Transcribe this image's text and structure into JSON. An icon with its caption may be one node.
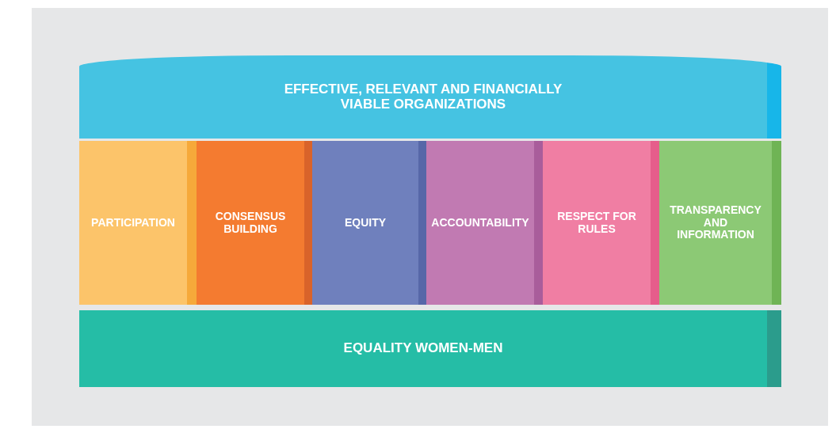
{
  "diagram": {
    "nodes": [
      {
        "text": [
          "EFFECTIVE, RELEVANT AND FINANCIALLY VIABLE ORGANIZATIONS"
        ]
      },
      {
        "text": [
          "PARTICIPATION"
        ]
      },
      {
        "text": [
          "CONSENSUS BUILDING"
        ]
      },
      {
        "text": [
          "EQUITY"
        ]
      },
      {
        "text": [
          "ACCOUNTABILITY"
        ]
      },
      {
        "text": [
          "RESPECT FOR RULES"
        ]
      },
      {
        "text": [
          "TRANSPARENCY AND INFORMATION"
        ]
      },
      {
        "text": [
          "EQUALITY WOMEN-MEN"
        ]
      }
    ]
  }
}
